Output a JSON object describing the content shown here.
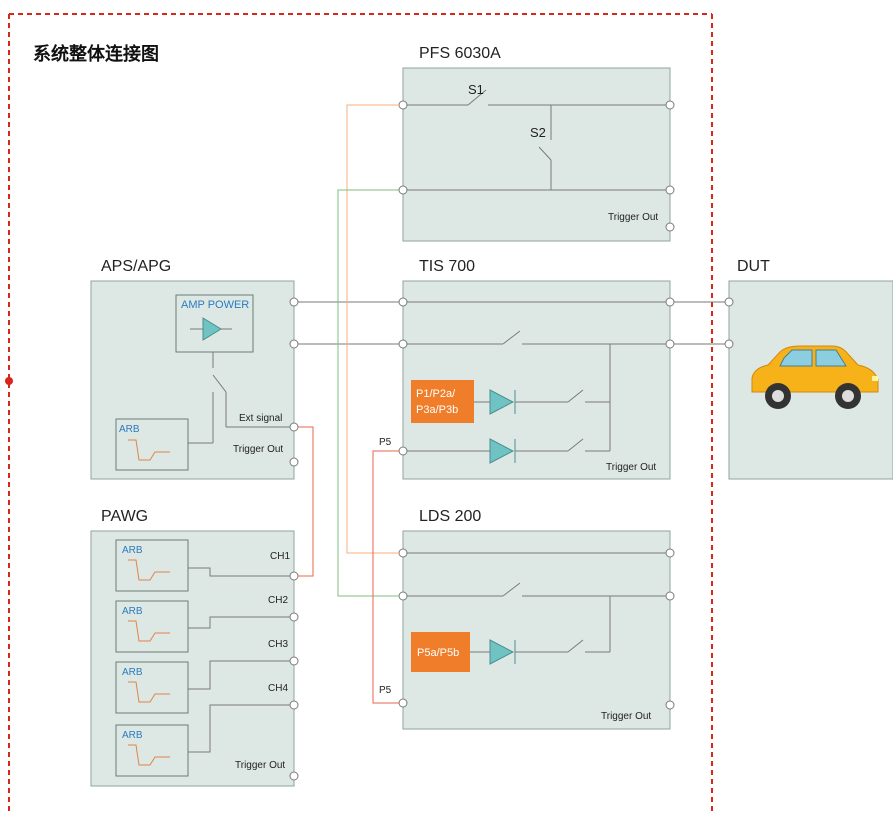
{
  "title": "系统整体连接图",
  "blocks": {
    "pfs": {
      "name": "PFS 6030A",
      "s1": "S1",
      "s2": "S2",
      "trigger": "Trigger Out"
    },
    "aps": {
      "name": "APS/APG",
      "amp": "AMP POWER",
      "arb": "ARB",
      "ext": "Ext signal",
      "trigger": "Trigger Out"
    },
    "tis": {
      "name": "TIS 700",
      "pulses": [
        "P1/P2a/",
        "P3a/P3b"
      ],
      "p5": "P5",
      "trigger": "Trigger Out"
    },
    "dut": {
      "name": "DUT"
    },
    "pawg": {
      "name": "PAWG",
      "arb": "ARB",
      "channels": [
        "CH1",
        "CH2",
        "CH3",
        "CH4"
      ],
      "trigger": "Trigger Out"
    },
    "lds": {
      "name": "LDS 200",
      "pulse": "P5a/P5b",
      "p5": "P5",
      "trigger": "Trigger Out"
    }
  },
  "colors": {
    "box_fill": "#dde8e4",
    "box_stroke": "#8fa39d",
    "orange_block": "#f07d2a",
    "wire_orange": "#f5b27f",
    "wire_red": "#e8654f",
    "wire_green": "#7fbf7f",
    "wire_gray": "#7a7a7a",
    "dashed_red": "#d9261c",
    "arb_blue": "#2b7bc0",
    "diode_fill": "#6fc3c3"
  }
}
